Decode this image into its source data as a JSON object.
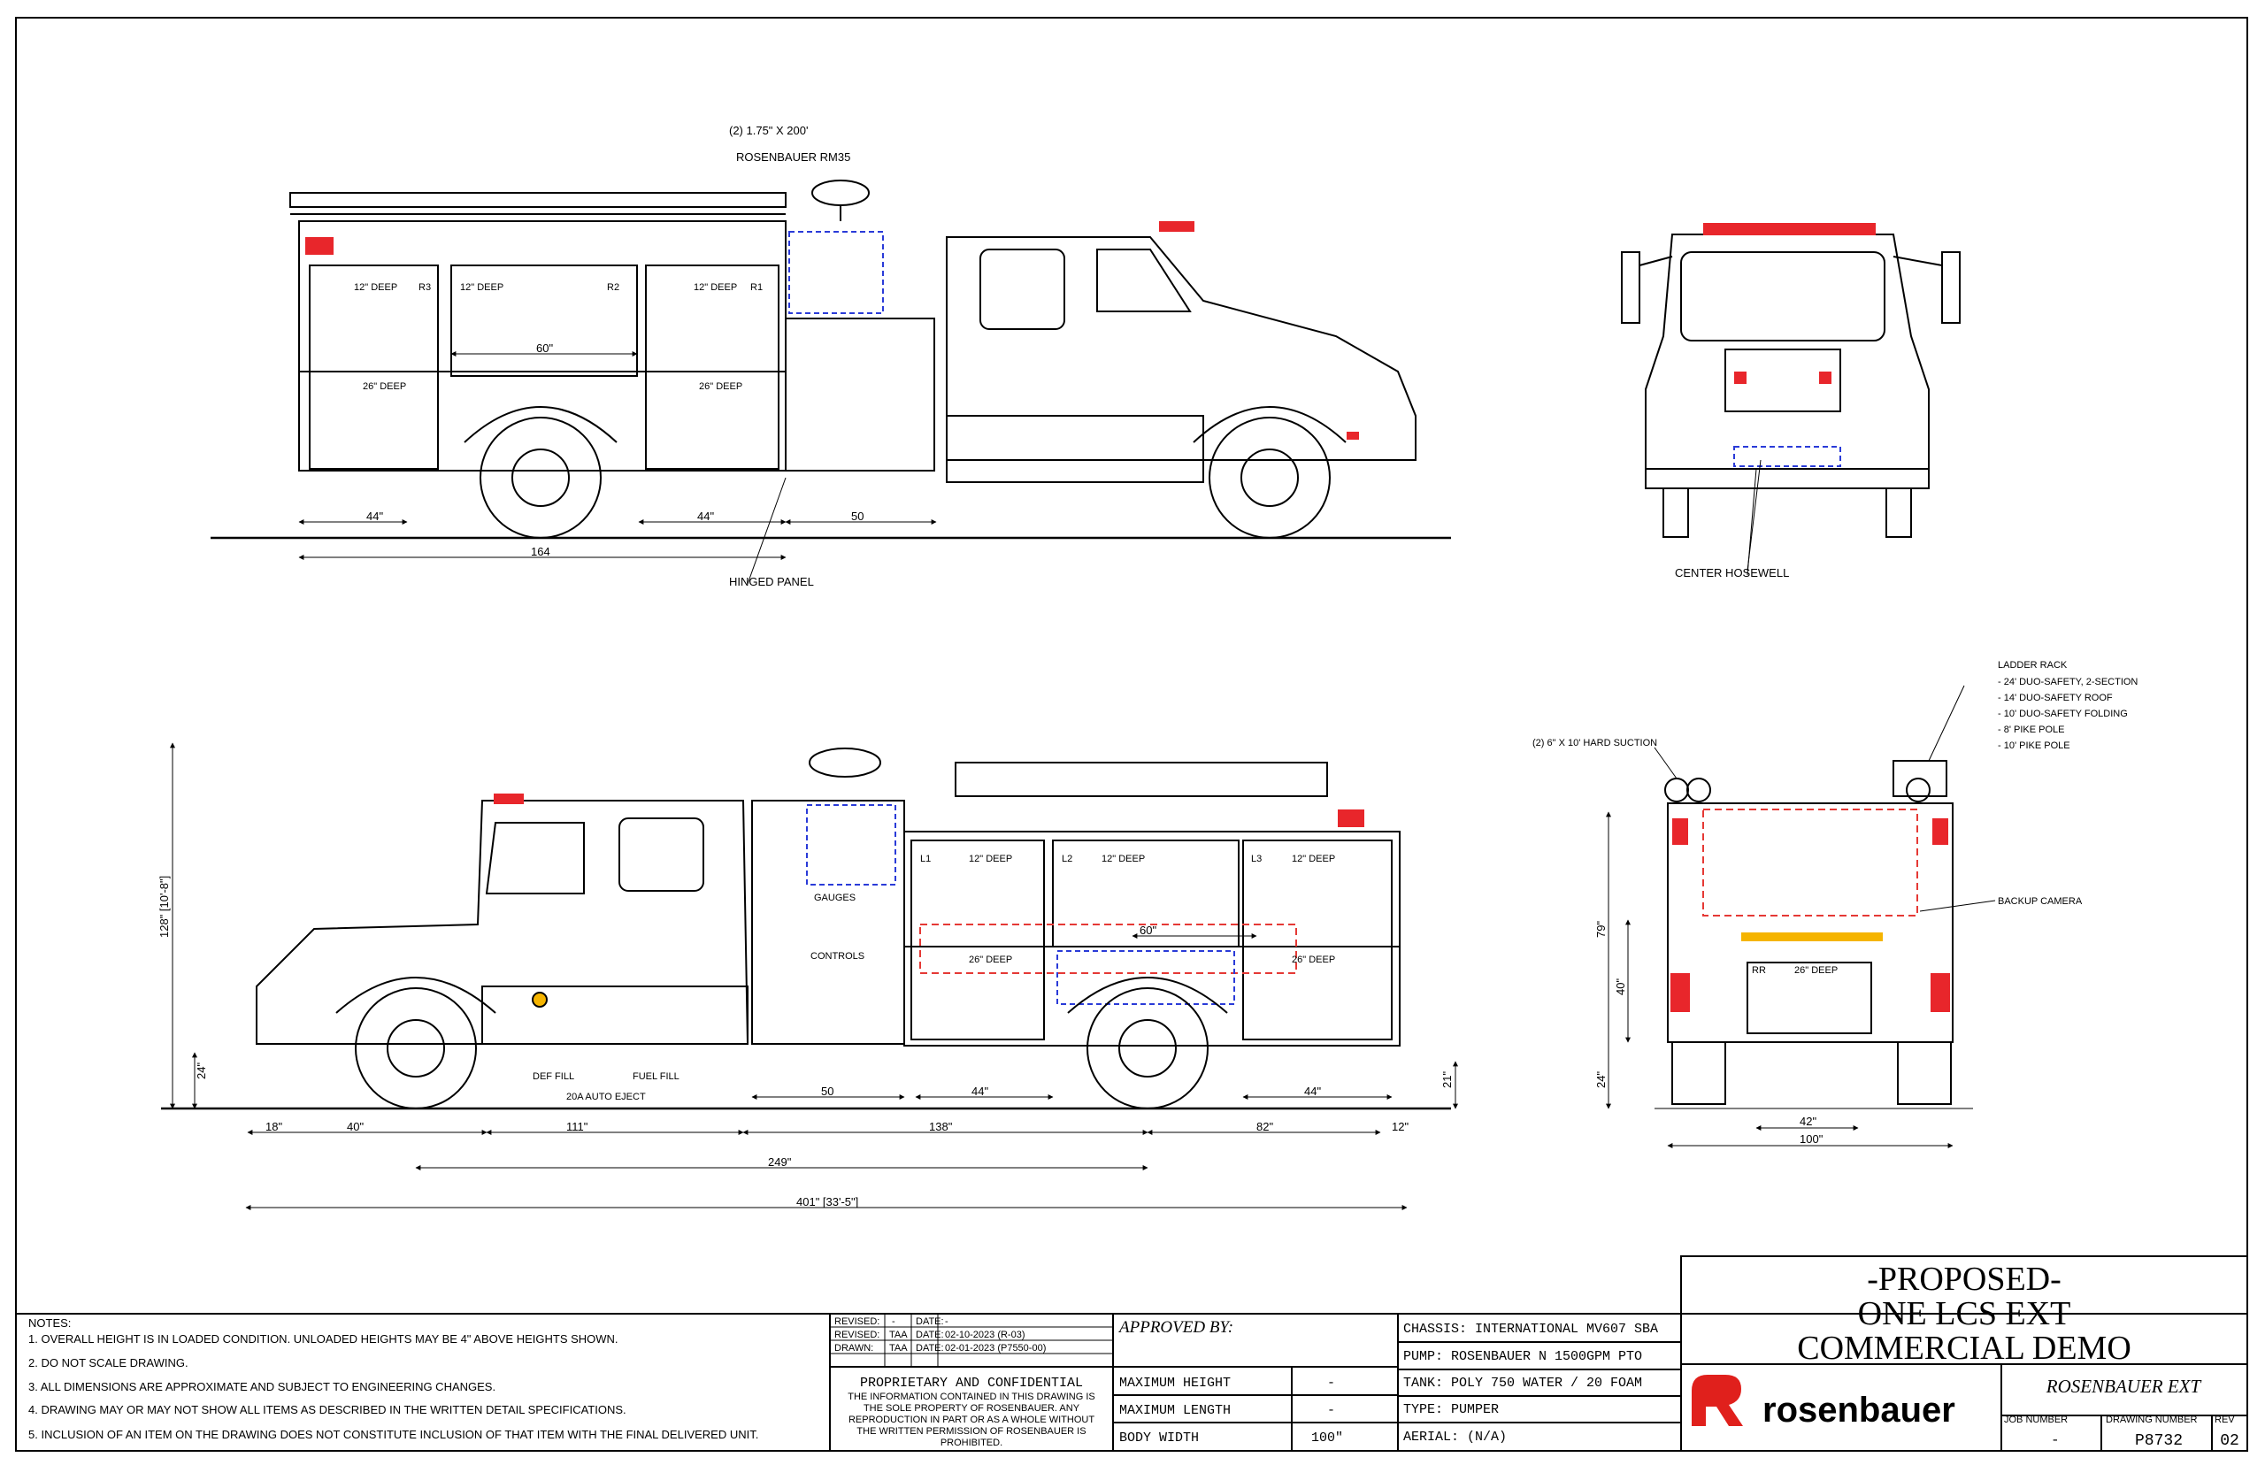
{
  "colors": {
    "line": "#000000",
    "warning_red": "#e8262b",
    "dashed_red": "#e53935",
    "dashed_blue": "#2a3bd8",
    "amber": "#f5b400",
    "brand_red": "#e0201c"
  },
  "callouts": {
    "hose_qty": "(2) 1.75\" X 200'",
    "monitor": "ROSENBAUER RM35",
    "hinged_panel": "HINGED PANEL",
    "center_hosewell": "CENTER HOSEWELL",
    "ladder_rack_title": "LADDER RACK",
    "ladder_items": [
      "- 24' DUO-SAFETY, 2-SECTION",
      "- 14' DUO-SAFETY ROOF",
      "- 10' DUO-SAFETY FOLDING",
      "- 8' PIKE POLE",
      "- 10' PIKE POLE"
    ],
    "hard_suction": "(2) 6\" X 10' HARD SUCTION",
    "backup_camera": "BACKUP CAMERA",
    "def_fill": "DEF FILL",
    "fuel_fill": "FUEL FILL",
    "auto_eject": "20A AUTO EJECT",
    "gauges": "GAUGES",
    "controls": "CONTROLS"
  },
  "compartments": {
    "deep12": "12\" DEEP",
    "deep26": "26\" DEEP",
    "r_labels": [
      "R1",
      "R2",
      "R3"
    ],
    "l_labels": [
      "L1",
      "L2",
      "L3"
    ],
    "rr": "RR"
  },
  "dimensions": {
    "top_44a": "44\"",
    "top_44b": "44\"",
    "top_50": "50",
    "top_164": "164",
    "top_60": "60\"",
    "d18": "18\"",
    "d40": "40\"",
    "d111": "111\"",
    "d138": "138\"",
    "d82": "82\"",
    "d12": "12\"",
    "d50": "50",
    "d44a": "44\"",
    "d44b": "44\"",
    "d60": "60\"",
    "wheelbase": "249\"",
    "overall_length": "401\" [33'-5\"]",
    "overall_height": "128\" [10'-8\"]",
    "d24a": "24\"",
    "d21": "21\"",
    "rear_42": "42\"",
    "rear_100": "100\"",
    "rear_79": "79\"",
    "rear_40": "40\"",
    "rear_24": "24\"",
    "rear_26deep": "26\" DEEP"
  },
  "notes": {
    "title": "NOTES:",
    "items": [
      "1. OVERALL HEIGHT IS IN LOADED CONDITION. UNLOADED HEIGHTS MAY BE 4\" ABOVE HEIGHTS SHOWN.",
      "2. DO NOT SCALE DRAWING.",
      "3. ALL DIMENSIONS ARE APPROXIMATE AND SUBJECT TO ENGINEERING CHANGES.",
      "4. DRAWING MAY OR MAY NOT SHOW ALL ITEMS AS DESCRIBED IN THE WRITTEN DETAIL SPECIFICATIONS.",
      "5. INCLUSION OF AN ITEM ON THE DRAWING DOES NOT CONSTITUTE INCLUSION OF THAT ITEM WITH THE FINAL DELIVERED UNIT."
    ]
  },
  "revisions": [
    {
      "label": "REVISED:",
      "by": "-",
      "date_label": "DATE:",
      "date": "-"
    },
    {
      "label": "REVISED:",
      "by": "TAA",
      "date_label": "DATE:",
      "date": "02-10-2023 (R-03)"
    },
    {
      "label": "DRAWN:",
      "by": "TAA",
      "date_label": "DATE:",
      "date": "02-01-2023 (P7550-00)"
    }
  ],
  "proprietary": {
    "title": "PROPRIETARY AND CONFIDENTIAL",
    "lines": [
      "THE INFORMATION CONTAINED IN THIS DRAWING IS",
      "THE SOLE PROPERTY OF ROSENBAUER.  ANY",
      "REPRODUCTION IN PART OR AS A WHOLE WITHOUT",
      "THE WRITTEN PERMISSION OF ROSENBAUER IS",
      "PROHIBITED."
    ]
  },
  "approval": {
    "title": "APPROVED BY:",
    "rows": [
      {
        "label": "MAXIMUM HEIGHT",
        "value": "-"
      },
      {
        "label": "MAXIMUM LENGTH",
        "value": "-"
      },
      {
        "label": "BODY WIDTH",
        "value": "100\""
      }
    ]
  },
  "specs": [
    "CHASSIS: INTERNATIONAL MV607 SBA",
    "PUMP: ROSENBAUER N 1500GPM PTO",
    "TANK: POLY 750 WATER / 20 FOAM",
    "TYPE: PUMPER",
    "AERIAL: (N/A)"
  ],
  "title_block": {
    "lines": [
      "-PROPOSED-",
      "ONE LCS EXT",
      "COMMERCIAL DEMO"
    ],
    "logo_text": "rosenbauer",
    "model": "ROSENBAUER EXT",
    "job_label": "JOB NUMBER",
    "job_value": "-",
    "drawing_label": "DRAWING NUMBER",
    "drawing_value": "P8732",
    "rev_label": "REV",
    "rev_value": "02"
  }
}
